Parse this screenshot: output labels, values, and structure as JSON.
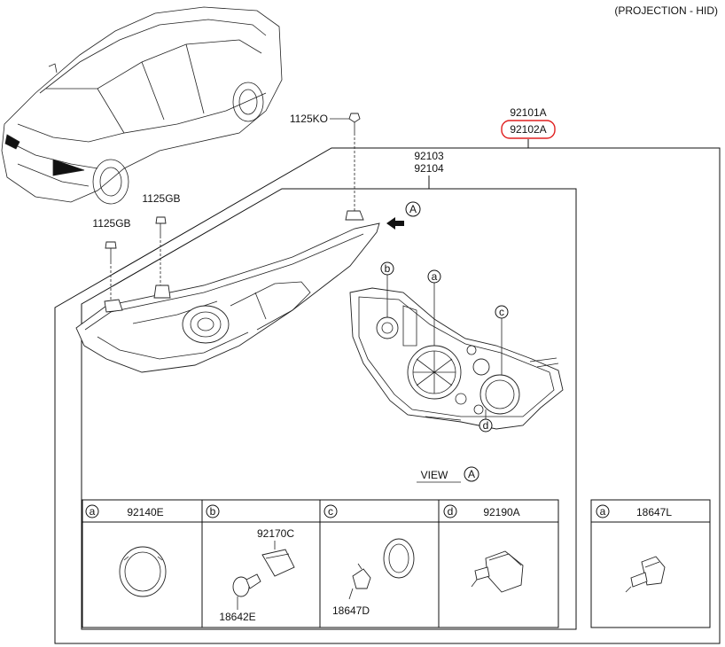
{
  "header": {
    "variant": "(PROJECTION - HID)"
  },
  "callouts": {
    "assembly_1": "92101A",
    "assembly_2": "92102A",
    "inner_1": "92103",
    "inner_2": "92104",
    "bolt_top": "1125KO",
    "bolt_mid": "1125GB",
    "bolt_left": "1125GB",
    "view_arrow": "A",
    "view_caption": "VIEW",
    "view_letter": "A",
    "detail_a": "a",
    "detail_b": "b",
    "detail_c": "c",
    "detail_d": "d"
  },
  "highlight_color": "#e02020",
  "parts_table": [
    {
      "letter": "a",
      "part": "92140E",
      "sub": []
    },
    {
      "letter": "b",
      "part": "",
      "sub": [
        "92170C",
        "18642E"
      ]
    },
    {
      "letter": "c",
      "part": "",
      "sub": [
        "18647D"
      ]
    },
    {
      "letter": "d",
      "part": "92190A",
      "sub": []
    }
  ],
  "extra_table": {
    "letter": "a",
    "part": "18647L"
  }
}
